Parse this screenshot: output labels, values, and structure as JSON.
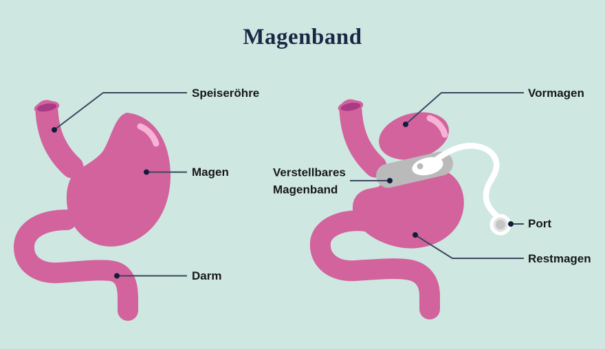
{
  "title": "Magenband",
  "labels": {
    "speiseroehre": "Speiseröhre",
    "magen": "Magen",
    "darm": "Darm",
    "vormagen": "Vormagen",
    "band_line1": "Verstellbares",
    "band_line2": "Magenband",
    "port": "Port",
    "restmagen": "Restmagen"
  },
  "colors": {
    "background": "#cee8e1",
    "title_navy": "#1a2845",
    "label_text": "#171717",
    "stomach_pink": "#d3639d",
    "opening_dark": "#a83a86",
    "highlight": "#f7b3d5",
    "band_gray": "#bababa",
    "tube_white": "#ffffff",
    "port_mid": "#e3e3e3",
    "port_inner": "#c5c5c5",
    "leader_line": "#39455f",
    "leader_dot": "#111d3b"
  }
}
